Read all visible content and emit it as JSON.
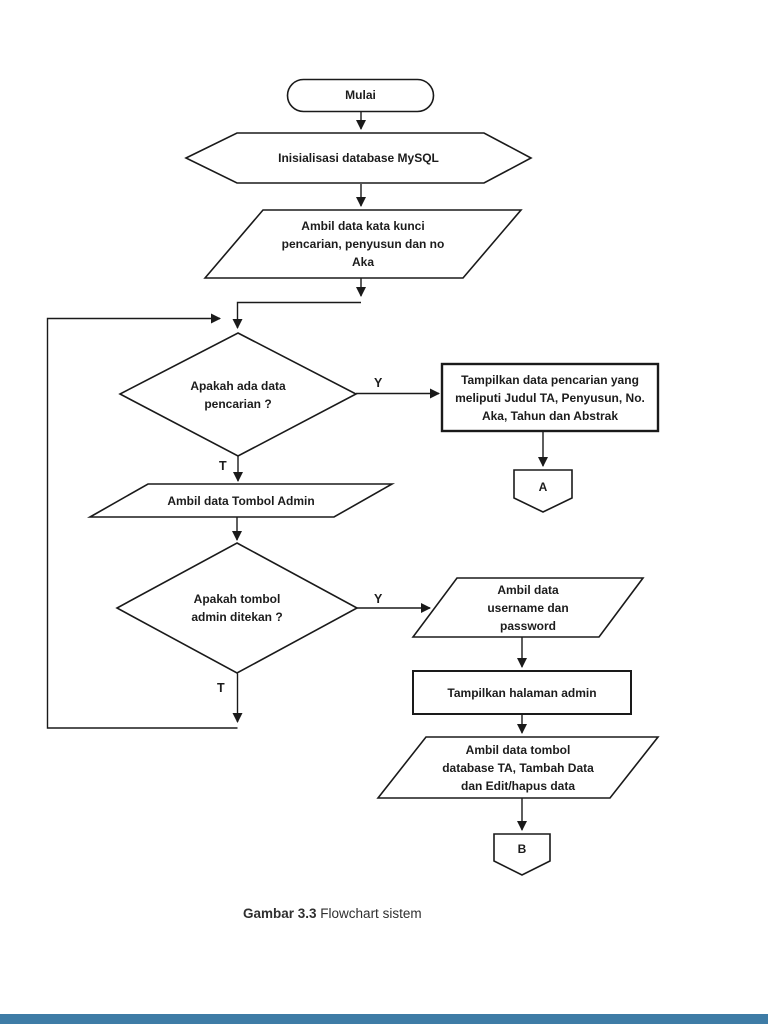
{
  "page": {
    "caption_bold": "Gambar 3.3",
    "caption_rest": " Flowchart sistem",
    "footer_bar_color": "#3e7ca6"
  },
  "flowchart": {
    "nodes": {
      "start": "Mulai",
      "init": "Inisialisasi database MySQL",
      "input_search": "Ambil data kata kunci\npencarian, penyusun dan no\nAka",
      "decision_search": "Apakah ada data\npencarian ?",
      "display_search": "Tampilkan data pencarian yang\nmeliputi Judul TA, Penyusun, No.\nAka, Tahun dan Abstrak",
      "connector_a": "A",
      "input_admin_button": "Ambil data Tombol Admin",
      "decision_admin": "Apakah tombol\nadmin ditekan ?",
      "input_credentials": "Ambil data\nusername dan\npassword",
      "display_admin": "Tampilkan halaman admin",
      "input_admin_tools": "Ambil data tombol\ndatabase TA, Tambah Data\ndan Edit/hapus data",
      "connector_b": "B"
    },
    "labels": {
      "yes1": "Y",
      "no1": "T",
      "yes2": "Y",
      "no2": "T"
    },
    "colors": {
      "stroke": "#1a1a1a",
      "fill": "#ffffff"
    }
  }
}
